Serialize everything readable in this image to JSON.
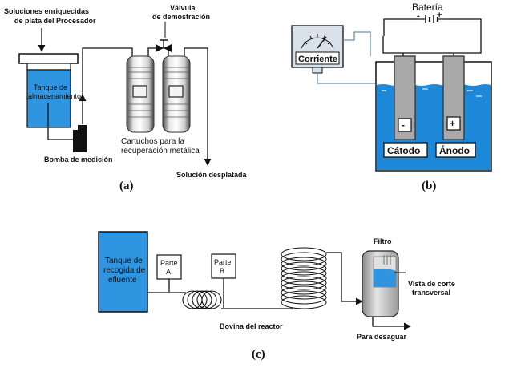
{
  "panel_a": {
    "caption": "(a)",
    "solutions_label_line1": "Soluciones enriquecidas",
    "solutions_label_line2": "de plata del Procesador",
    "tank_label_line1": "Tanque de",
    "tank_label_line2": "almacenamiento",
    "pump_label": "Bomba de medición",
    "valve_label_line1": "Válvula",
    "valve_label_line2": "de demostración",
    "cartridges_label_line1": "Cartuchos para la",
    "cartridges_label_line2": "recuperación metálica",
    "output_label": "Solución desplatada"
  },
  "panel_b": {
    "caption": "(b)",
    "battery_label": "Batería",
    "minus_sign": "-",
    "plus_sign": "+",
    "meter_label": "Corriente",
    "cathode_label": "Cátodo",
    "anode_label": "Ánodo",
    "cathode_sign": "-",
    "anode_sign": "+"
  },
  "panel_c": {
    "caption": "(c)",
    "tank_label_line1": "Tanque de",
    "tank_label_line2": "recogida de",
    "tank_label_line3": "efluente",
    "part_a_line1": "Parte",
    "part_a_line2": "A",
    "part_b_line1": "Parte",
    "part_b_line2": "B",
    "coil_label": "Bovina del reactor",
    "filter_label": "Filtro",
    "section_label_line1": "Vista de corte",
    "section_label_line2": "transversal",
    "drain_label": "Para desaguar"
  },
  "colors": {
    "liquid_blue": "#1e88d8",
    "tank_blue": "#2f95e0",
    "electrode_gray": "#a9a9a9",
    "meter_bg": "#d9e2ea"
  }
}
